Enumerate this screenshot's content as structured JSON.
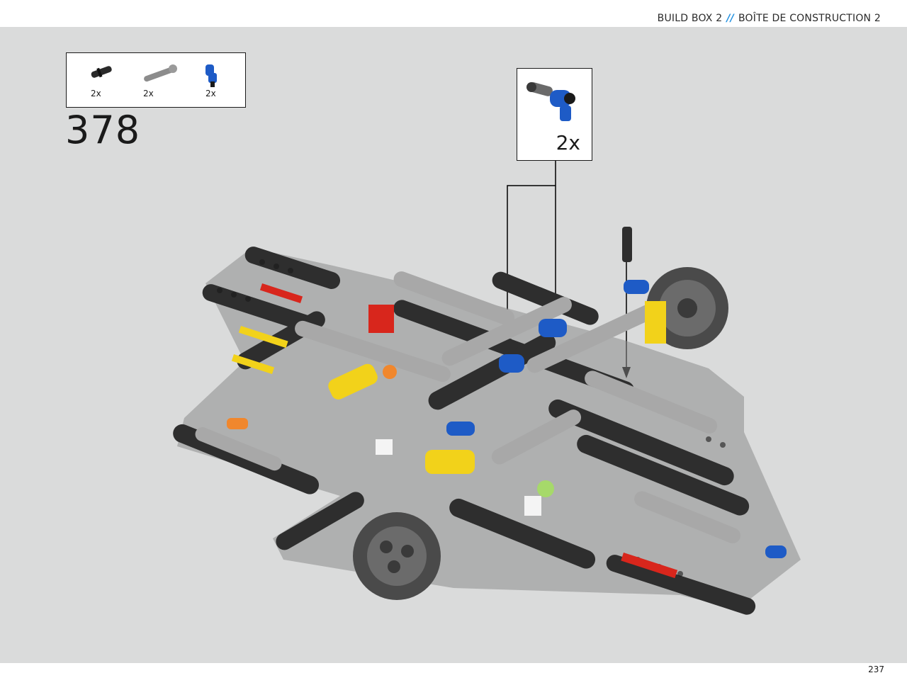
{
  "header": {
    "left": "BUILD BOX 2",
    "separator": "//",
    "right": "BOÎTE DE CONSTRUCTION 2"
  },
  "parts_list": [
    {
      "icon": "black-axle-pin-icon",
      "qty": "2x"
    },
    {
      "icon": "gray-axle-pin-icon",
      "qty": "2x"
    },
    {
      "icon": "blue-pin-connector-icon",
      "qty": "2x"
    }
  ],
  "step": {
    "number": "378"
  },
  "callout": {
    "icon": "blue-connector-with-pin-icon",
    "qty": "2x"
  },
  "page": {
    "number": "237"
  },
  "colors": {
    "background": "#dadbdb",
    "accent": "#1f8fe0",
    "beam_dark": "#2e2e2e",
    "beam_light": "#a8a8a8",
    "blue": "#1e5bc6",
    "yellow": "#f2d21a",
    "red": "#d8261c"
  }
}
